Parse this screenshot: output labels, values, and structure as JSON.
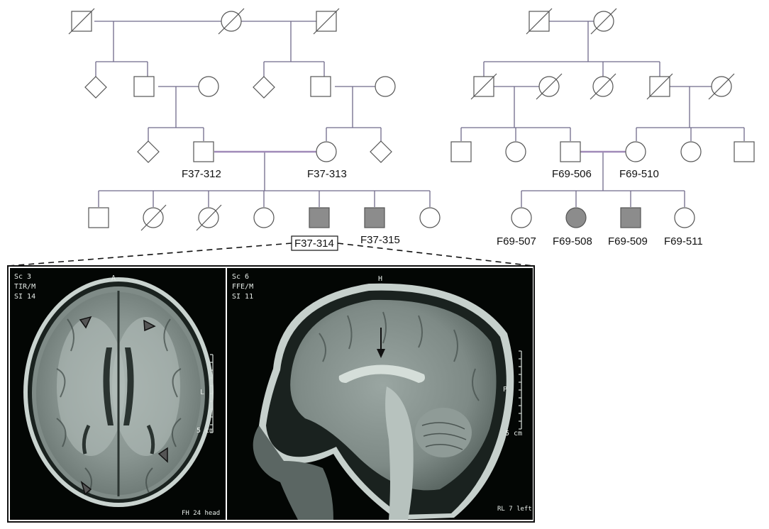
{
  "pedigree_left": {
    "couple_labels": {
      "father": "F37-312",
      "mother": "F37-313"
    },
    "proband_label": "F37-314",
    "sibling_label": "F37-315"
  },
  "pedigree_right": {
    "couple_labels": {
      "father": "F69-506",
      "mother": "F69-510"
    },
    "children_labels": [
      "F69-507",
      "F69-508",
      "F69-509",
      "F69-511"
    ]
  },
  "mri_axial": {
    "series": "Sc 3",
    "sequence": "TIR/M",
    "slice": "SI 14",
    "orientation_top": "A",
    "orientation_side": "L",
    "scale": "5 cm",
    "footer": "FH 24 head"
  },
  "mri_sagittal": {
    "series": "Sc 6",
    "sequence": "FFE/M",
    "slice": "SI 11",
    "orientation_top": "H",
    "orientation_side": "P",
    "scale": "5 cm",
    "footer": "RL 7 left"
  },
  "colors": {
    "line": "#6f6a8a",
    "consang": "#a08ab8",
    "symbol_stroke": "#555555",
    "affected_fill": "#8c8c8c"
  }
}
